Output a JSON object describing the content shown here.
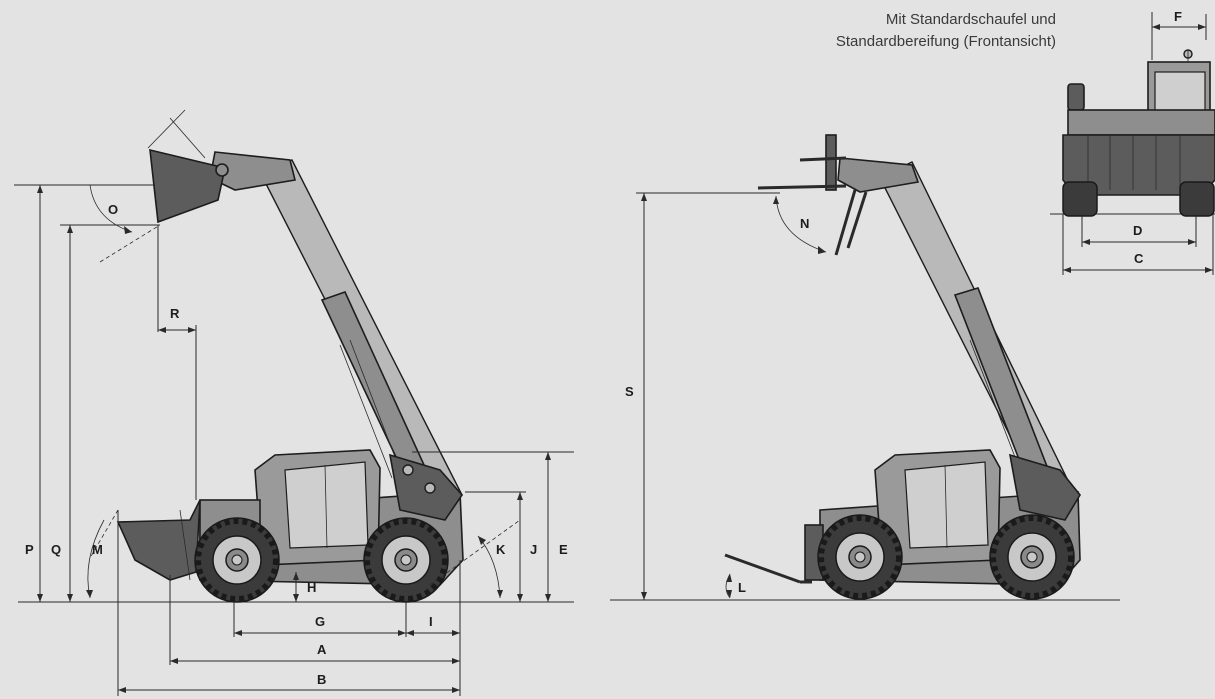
{
  "caption": {
    "line1": "Mit Standardschaufel und",
    "line2": "Standardbereifung (Frontansicht)"
  },
  "dimension_labels": {
    "A": "A",
    "B": "B",
    "C": "C",
    "D": "D",
    "E": "E",
    "F": "F",
    "G": "G",
    "H": "H",
    "I": "I",
    "J": "J",
    "K": "K",
    "L": "L",
    "M": "M",
    "N": "N",
    "O": "O",
    "P": "P",
    "Q": "Q",
    "R": "R",
    "S": "S"
  },
  "colors": {
    "background": "#e3e3e4",
    "line": "#2a2a2a",
    "machine_body": "#8e8e8e",
    "tyre": "#3b3b3b"
  }
}
